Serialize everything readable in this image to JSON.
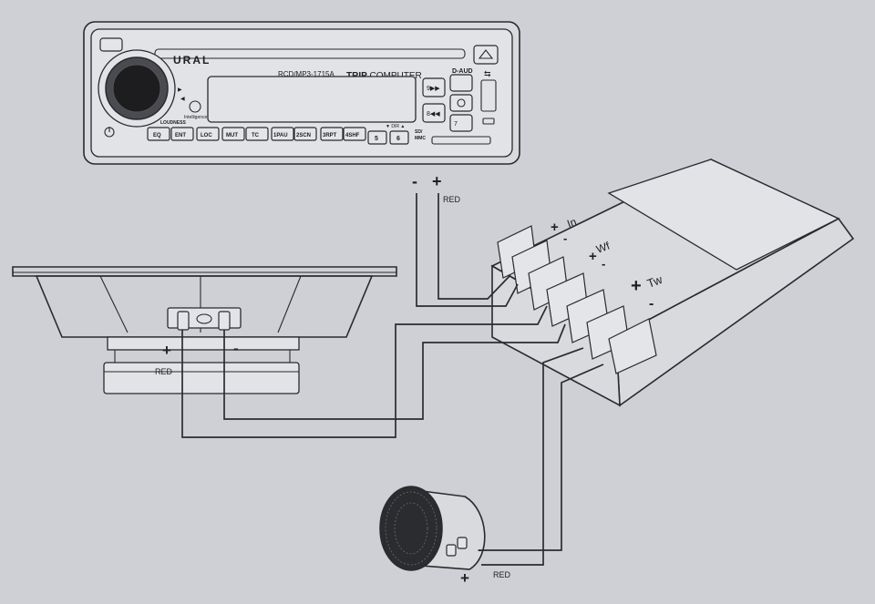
{
  "head_unit": {
    "brand": "URAL",
    "model": "RCD/MP3-1715A",
    "trip_bold": "TRIP",
    "trip_rest": " COMPUTER",
    "daud": "D-AUD",
    "loudness": "LOUDNESS",
    "sdmmc_1": "SD/",
    "sdmmc_2": "MMC",
    "intelligence": "Intelligence",
    "dir": "▼ DIR ▲",
    "buttons": [
      "EQ",
      "ENT",
      "LOC",
      "MUT",
      "TC",
      "1PAU",
      "2SCN",
      "3RPT",
      "4SHF",
      "5",
      "6"
    ],
    "side_buttons": [
      "9▶▶",
      "8◀◀",
      "7"
    ]
  },
  "terminals": {
    "in": "In",
    "wf": "Wf",
    "tw": "Tw"
  },
  "labels": {
    "red": "RED",
    "plus": "+",
    "minus": "-"
  }
}
